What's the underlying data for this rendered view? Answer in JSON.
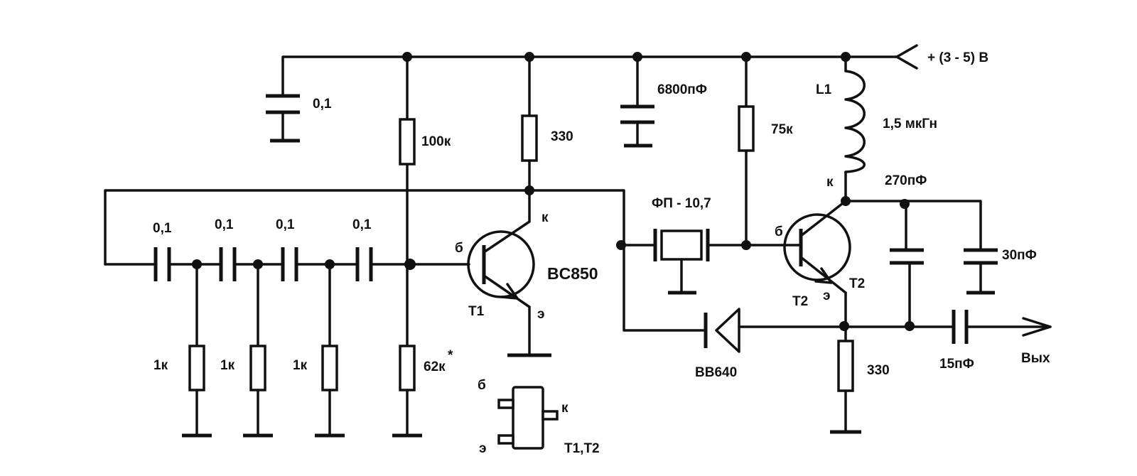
{
  "supply": {
    "label": "+ (3 - 5) В"
  },
  "capacitors": {
    "c_bypass": "0,1",
    "c_ladder_1": "0,1",
    "c_ladder_2": "0,1",
    "c_ladder_3": "0,1",
    "c_ladder_4": "0,1",
    "c_supply": "6800пФ",
    "c_tank": "270пФ",
    "c_trim": "30пФ",
    "c_out": "15пФ"
  },
  "resistors": {
    "r_bias": "100к",
    "r_collector": "330",
    "r_ladder_1": "1к",
    "r_ladder_2": "1к",
    "r_ladder_3": "1к",
    "r_base_low": "62к",
    "r_base_low_mark": "*",
    "r_t2_base": "75к",
    "r_emitter": "330"
  },
  "inductor": {
    "name": "L1",
    "value": "1,5 мкГн"
  },
  "filter": {
    "label": "ФП - 10,7"
  },
  "varicap": {
    "label": "BB640"
  },
  "transistors": {
    "t1": {
      "name": "T1",
      "type": "BC850",
      "base": "б",
      "collector": "к",
      "emitter": "э"
    },
    "t2": {
      "name": "T2",
      "alt_name": "T2",
      "base": "б",
      "collector": "к",
      "emitter": "э"
    }
  },
  "package": {
    "base": "б",
    "collector": "к",
    "emitter": "э",
    "label": "T1,T2"
  },
  "output": {
    "label": "Вых"
  },
  "colors": {
    "ink": "#111111",
    "background": "#ffffff"
  }
}
